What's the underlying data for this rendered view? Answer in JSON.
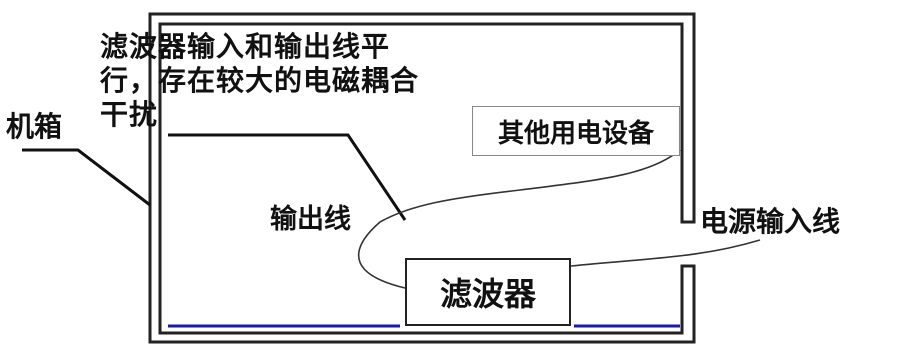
{
  "labels": {
    "note": "滤波器输入和输出线平行，存在较大的电磁耦合干扰",
    "chassis": "机箱",
    "output_wire": "输出线",
    "power_input_wire": "电源输入线",
    "other_device": "其他用电设备",
    "filter": "滤波器"
  },
  "colors": {
    "outline": "#222222",
    "ground_plate": "#1a1aa8",
    "background": "#ffffff"
  }
}
